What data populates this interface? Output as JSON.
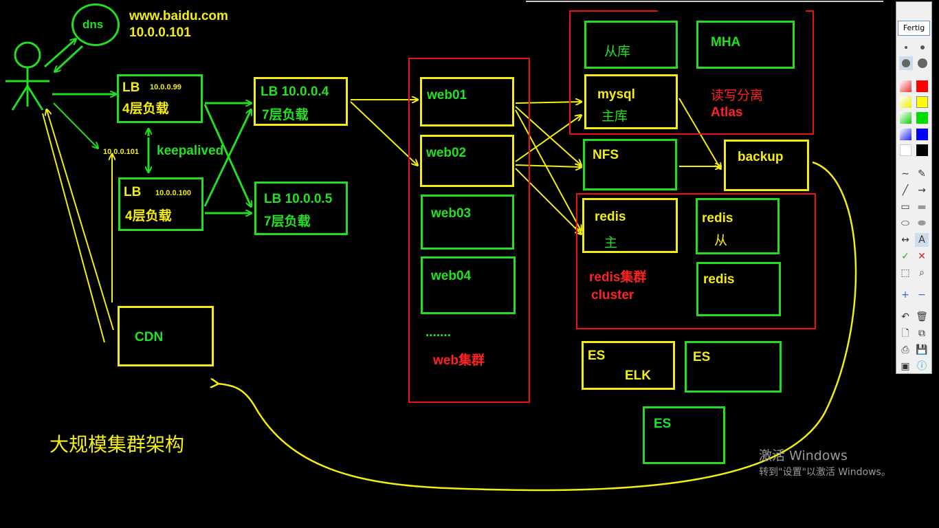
{
  "user": {
    "dns": "dns",
    "domain": "www.baidu.com",
    "ip": "10.0.0.101"
  },
  "lb1": {
    "title": "LB",
    "ip": "10.0.0.99",
    "desc": "4层负载"
  },
  "lb2": {
    "title": "LB",
    "ip": "10.0.0.100",
    "desc": "4层负载"
  },
  "vip": {
    "ip": "10.0.0.101",
    "label": "keepalived"
  },
  "lb7a": {
    "title": "LB 10.0.0.4",
    "desc": "7层负载"
  },
  "lb7b": {
    "title": "LB 10.0.0.5",
    "desc": "7层负载"
  },
  "cdn": {
    "label": "CDN"
  },
  "web": {
    "nodes": [
      "web01",
      "web02",
      "web03",
      "web04"
    ],
    "dots": ".......",
    "cluster_label": "web集群"
  },
  "mysql": {
    "slave": "从库",
    "mha": "MHA",
    "master": "mysql",
    "master_sub": "主库",
    "rw_split": "读写分离",
    "atlas": "Atlas"
  },
  "nfs": {
    "label": "NFS"
  },
  "backup": {
    "label": "backup"
  },
  "redis": {
    "master": "redis",
    "master_sub": "主",
    "slave": "redis",
    "slave_sub": "从",
    "third": "redis",
    "cluster_label": "redis集群",
    "cluster_en": "cluster"
  },
  "es": {
    "es1": "ES",
    "elk": "ELK",
    "es2": "ES",
    "es3": "ES"
  },
  "page_title": "大规模集群架构",
  "toolbar": {
    "done": "Fertig"
  },
  "watermark": {
    "line1": "激活 Windows",
    "line2": "转到\"设置\"以激活 Windows。"
  },
  "colors": {
    "green": "#22dd22",
    "yellow": "#f4ee10",
    "red": "#ee1111",
    "background": "#000000"
  }
}
